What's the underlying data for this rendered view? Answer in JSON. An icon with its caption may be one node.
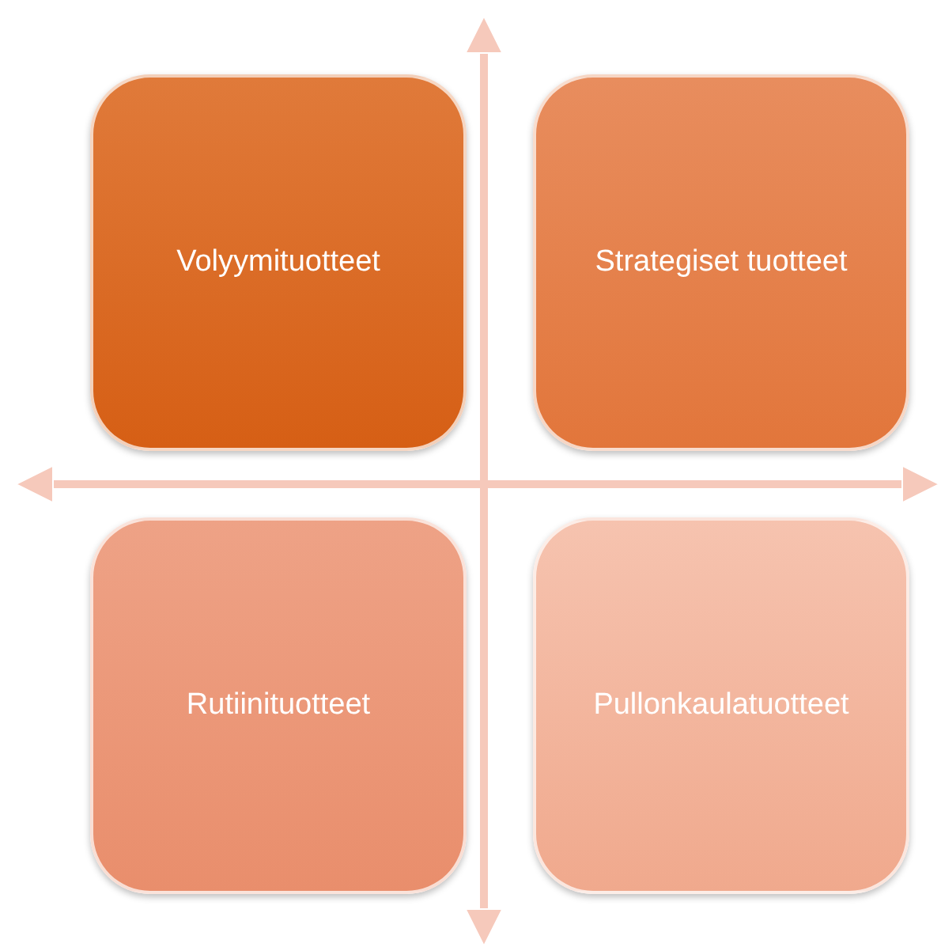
{
  "diagram": {
    "nodes": [
      {
        "text": [
          "Volyymituotteet"
        ]
      },
      {
        "text": [
          "Strategiset tuotteet"
        ]
      },
      {
        "text": [
          "Rutiinituotteet"
        ]
      },
      {
        "text": [
          "Pullonkaulatuotteet"
        ]
      }
    ]
  }
}
